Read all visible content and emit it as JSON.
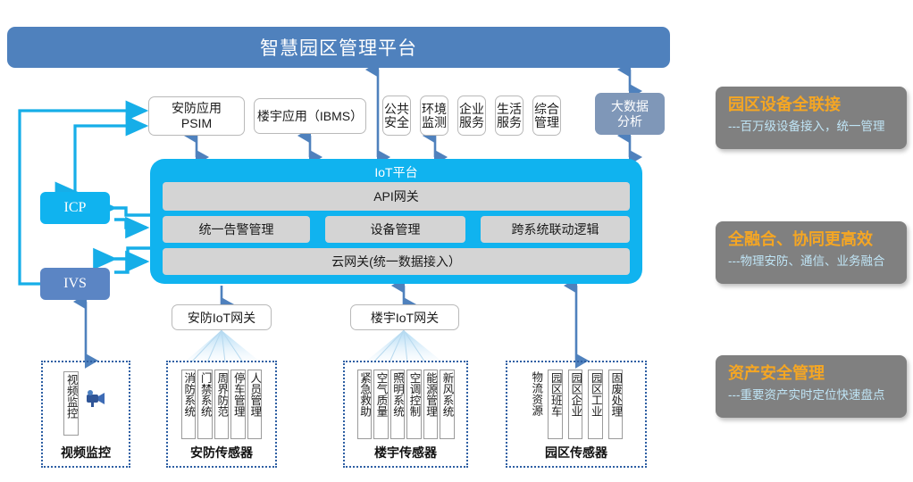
{
  "header": {
    "title": "智慧园区管理平台"
  },
  "applications": {
    "psim": "安防应用\nPSIM",
    "psim_line1": "安防应用",
    "psim_line2": "PSIM",
    "ibms": "楼宇应用（IBMS）",
    "vertical_apps": [
      {
        "name": "public-safety",
        "line1": "公共",
        "line2": "安全"
      },
      {
        "name": "environment-monitoring",
        "line1": "环境",
        "line2": "监测"
      },
      {
        "name": "enterprise-service",
        "line1": "企业",
        "line2": "服务"
      },
      {
        "name": "life-service",
        "line1": "生活",
        "line2": "服务"
      },
      {
        "name": "integrated-management",
        "line1": "综合",
        "line2": "管理"
      }
    ],
    "bigdata_line1": "大数据",
    "bigdata_line2": "分析"
  },
  "iot_platform": {
    "title": "IoT平台",
    "api_gateway": "API网关",
    "alarm_management": "统一告警管理",
    "device_management": "设备管理",
    "cross_system_logic": "跨系统联动逻辑",
    "cloud_gateway": "云网关(统一数据接入）"
  },
  "left_nodes": {
    "icp": "ICP",
    "ivs": "IVS"
  },
  "gateways": {
    "security": "安防IoT网关",
    "building": "楼宇IoT网关"
  },
  "sensor_groups": [
    {
      "name": "video-surveillance",
      "label": "视频监控",
      "items": [
        "视频监控"
      ],
      "has_camera_icon": true
    },
    {
      "name": "security-sensors",
      "label": "安防传感器",
      "items": [
        "消防系统",
        "门禁系统",
        "周界防范",
        "停车管理",
        "人员管理"
      ],
      "has_camera_icon": false
    },
    {
      "name": "building-sensors",
      "label": "楼宇传感器",
      "items": [
        "紧急救助",
        "空气质量",
        "照明系统",
        "空调控制",
        "能源管理",
        "新风系统"
      ],
      "has_camera_icon": false
    },
    {
      "name": "park-sensors",
      "label": "园区传感器",
      "items": [
        "物流资源",
        "园区班车",
        "园区企业",
        "园区工业",
        "固废处理"
      ],
      "has_camera_icon": false
    }
  ],
  "callout_panels": [
    {
      "name": "device-connectivity",
      "title": "园区设备全联接",
      "subtitle": "---百万级设备接入，统一管理"
    },
    {
      "name": "full-convergence",
      "title": "全融合、协同更高效",
      "subtitle": "---物理安防、通信、业务融合"
    },
    {
      "name": "asset-security",
      "title": "资产安全管理",
      "subtitle": "---重要资产实时定位快速盘点"
    }
  ],
  "colors": {
    "title_bar": "#4F81BD",
    "iot_platform": "#10B3EF",
    "icp": "#10B3EF",
    "ivs": "#5B85C4",
    "bigdata": "#7F97B8",
    "panel_bg": "#808080",
    "panel_title": "#F5A623",
    "panel_sub": "#BFE4F5",
    "arrow_blue": "#4F81BD",
    "connector_cyan": "#16AEE8"
  }
}
